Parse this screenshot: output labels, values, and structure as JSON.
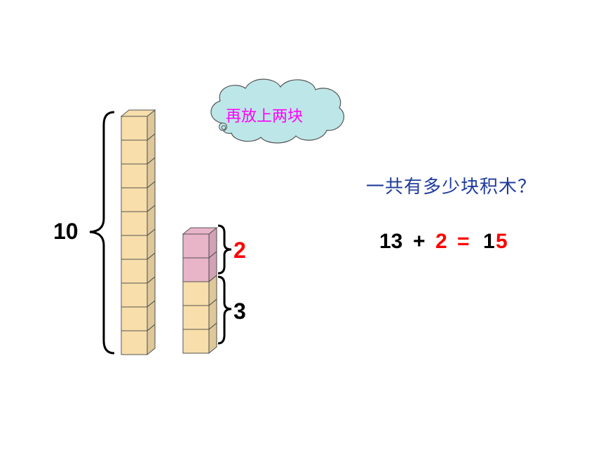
{
  "cloud_text": "再放上两块",
  "question": "一共有多少块积木？",
  "labels": {
    "ten": "10",
    "two": "2",
    "three": "3"
  },
  "equation": {
    "a": "13",
    "plus": "+",
    "b": "2",
    "equals": "=",
    "result_tens": "1",
    "result_ones": "5"
  },
  "tall_stack": {
    "blocks": 10
  },
  "short_stack": {
    "pink_blocks": 2,
    "yellow_blocks": 3
  },
  "colors": {
    "yellow": "#f7deaa",
    "pink": "#e8b4c8",
    "cloud": "#bde6e8",
    "red": "#ff0000",
    "magenta": "#ff00ff",
    "blue": "#1f3c9c"
  }
}
